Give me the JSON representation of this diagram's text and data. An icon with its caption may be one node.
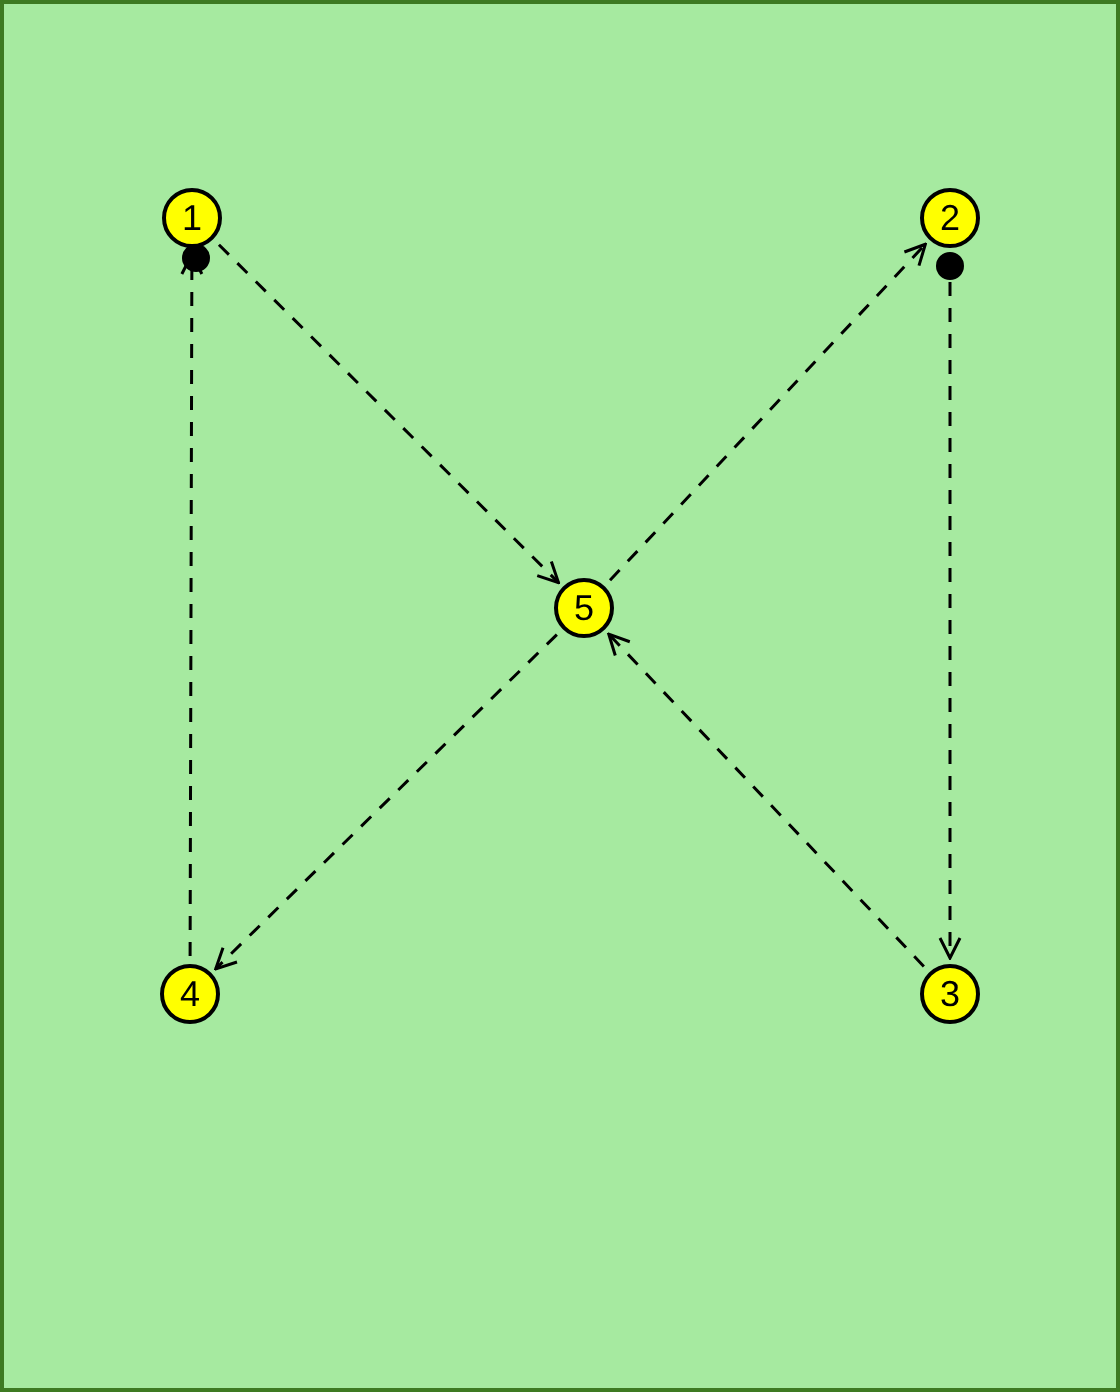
{
  "diagram": {
    "nodes": [
      {
        "text": [
          "1"
        ]
      },
      {
        "text": [
          "2"
        ]
      },
      {
        "text": [
          "3"
        ]
      },
      {
        "text": [
          "4"
        ]
      },
      {
        "text": [
          "5"
        ]
      }
    ],
    "edges": [
      {
        "from": 0,
        "to": 4,
        "arrow": "to",
        "style": "dashed"
      },
      {
        "from": 4,
        "to": 1,
        "arrow": "to",
        "style": "dashed"
      },
      {
        "from": 1,
        "to": 2,
        "arrow": "to",
        "style": "dashed"
      },
      {
        "from": 2,
        "to": 4,
        "arrow": "to",
        "style": "dashed"
      },
      {
        "from": 4,
        "to": 3,
        "arrow": "to",
        "style": "dashed"
      },
      {
        "from": 3,
        "to": 0,
        "arrow": "to",
        "style": "dashed"
      }
    ]
  }
}
